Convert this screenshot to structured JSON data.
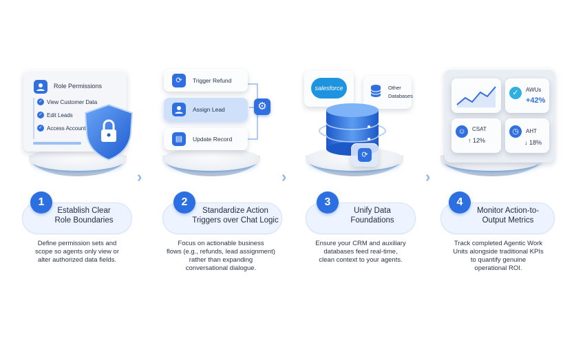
{
  "steps": [
    {
      "number": "1",
      "title_line1": "Establish Clear",
      "title_line2": "Role Boundaries",
      "desc_lines": [
        "Define permission sets and",
        "scope so agents only view or",
        "alter authorized data fields."
      ],
      "card": {
        "title": "Role Permissions",
        "items": [
          "View Customer Data",
          "Edit Leads",
          "Access Accounts"
        ]
      }
    },
    {
      "number": "2",
      "title_line1": "Standardize Action",
      "title_line2": "Triggers over Chat Logic",
      "desc_lines": [
        "Focus on actionable business",
        "flows (e.g., refunds, lead assignment)",
        "rather than expanding",
        "conversational dialogue."
      ],
      "triggers": [
        "Trigger Refund",
        "Assign Lead",
        "Update Record"
      ]
    },
    {
      "number": "3",
      "title_line1": "Unify Data",
      "title_line2": "Foundations",
      "desc_lines": [
        "Ensure your CRM and auxiliary",
        "databases feed real-time,",
        "clean context to your agents."
      ],
      "salesforce_label": "salesforce",
      "other_db_line1": "Other",
      "other_db_line2": "Databases"
    },
    {
      "number": "4",
      "title_line1": "Monitor Action-to-",
      "title_line2": "Output Metrics",
      "desc_lines": [
        "Track completed Agentic Work",
        "Units alongside traditional KPIs",
        "to quantify genuine",
        "operational ROI."
      ],
      "metrics": {
        "awus_label": "AWUs",
        "awus_value": "+42%",
        "csat_label": "CSAT",
        "csat_value": "↑ 12%",
        "aht_label": "AHT",
        "aht_value": "↓ 18%"
      }
    }
  ],
  "colors": {
    "accent": "#2c6fe0",
    "pill_bg": "#eef4ff",
    "chevron": "#8bb6f0"
  },
  "icons": [
    "user-icon",
    "shield-lock-icon",
    "refresh-icon",
    "document-icon",
    "gear-icon",
    "database-icon",
    "line-chart-icon",
    "smile-icon",
    "clock-icon",
    "check-icon",
    "chevron-right-icon"
  ]
}
